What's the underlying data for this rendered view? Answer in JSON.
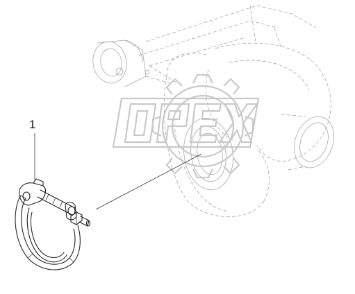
{
  "diagram": {
    "callouts": [
      {
        "id": "1",
        "label": "1"
      }
    ],
    "watermark": {
      "text": "OPEX"
    }
  }
}
